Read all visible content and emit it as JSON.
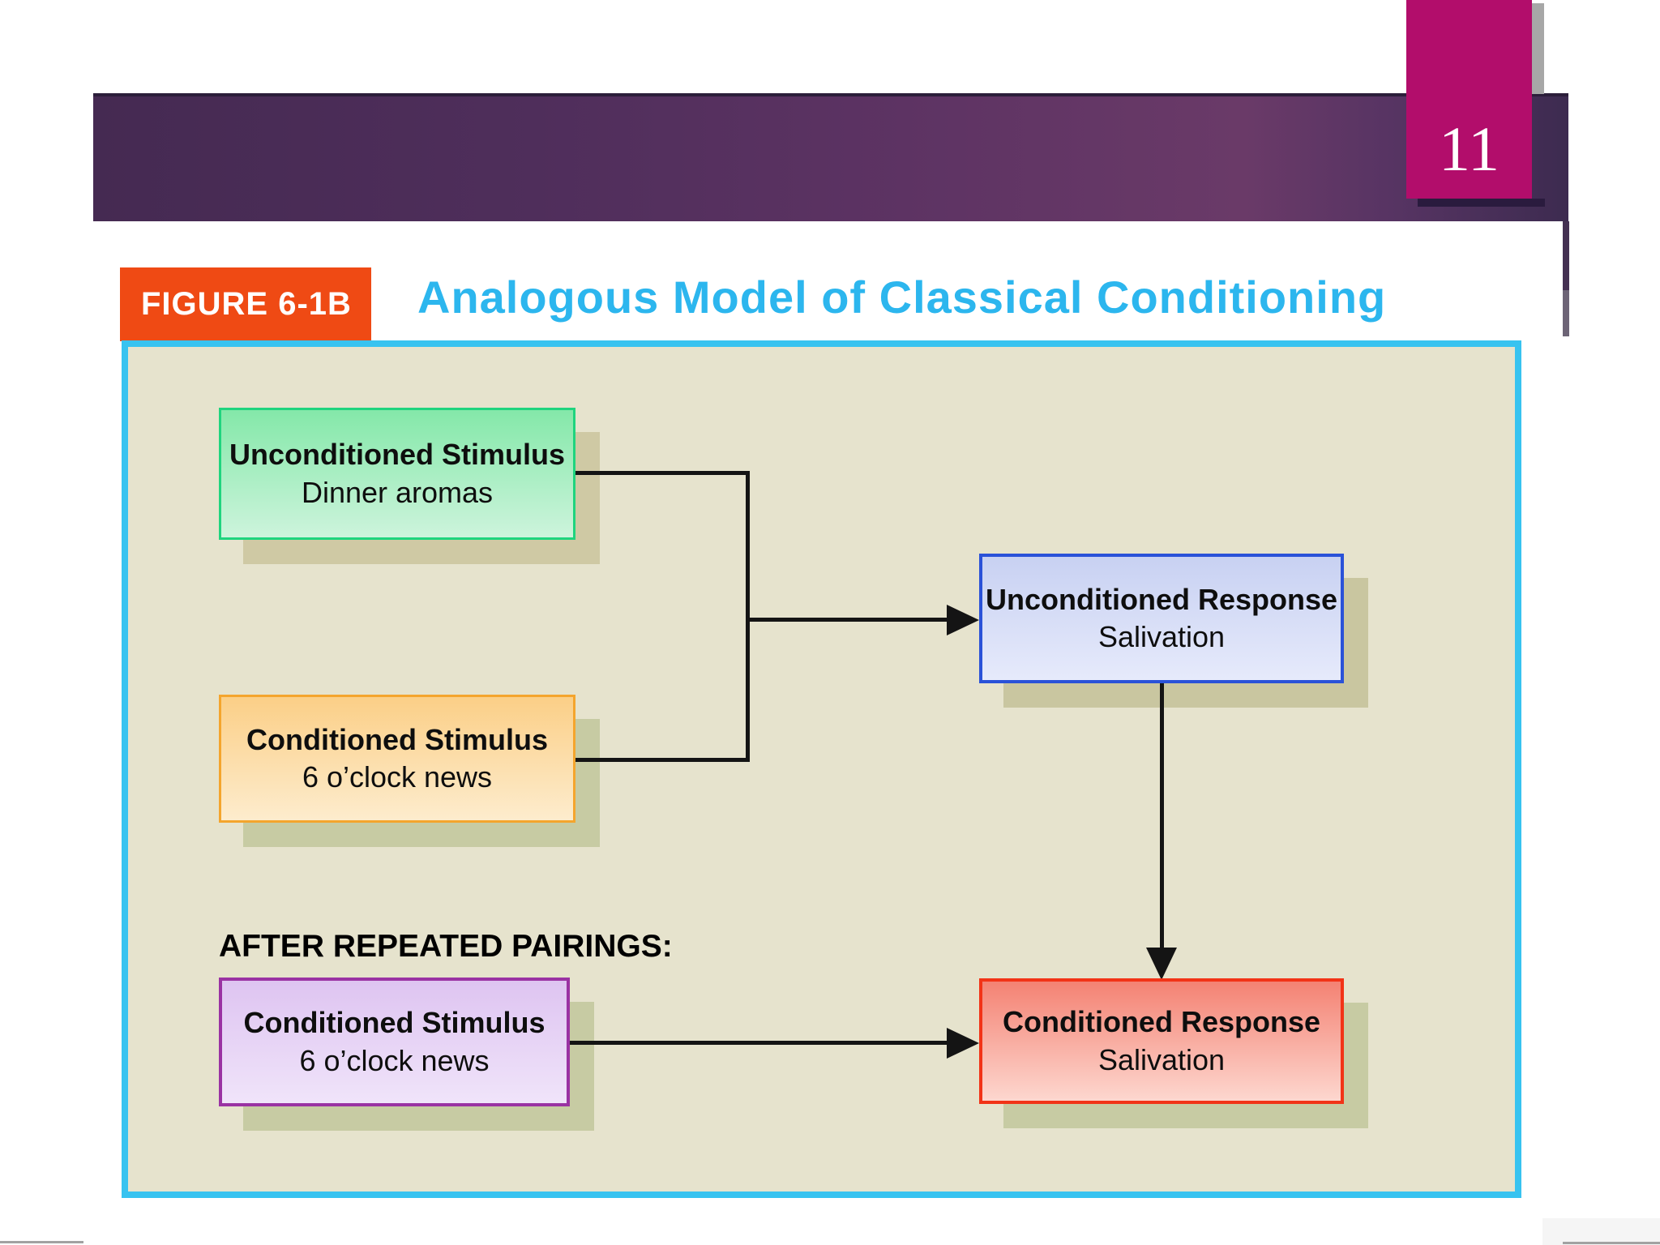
{
  "slide": {
    "page_number": "11"
  },
  "figure_header": {
    "label": "FIGURE 6-1B",
    "title": "Analogous Model of Classical Conditioning"
  },
  "diagram": {
    "pairings_label": "AFTER REPEATED PAIRINGS:",
    "boxes": {
      "unconditioned_stimulus": {
        "title": "Unconditioned Stimulus",
        "subtitle": "Dinner aromas"
      },
      "conditioned_stimulus_1": {
        "title": "Conditioned Stimulus",
        "subtitle": "6 o’clock news"
      },
      "unconditioned_response": {
        "title": "Unconditioned Response",
        "subtitle": "Salivation"
      },
      "conditioned_stimulus_2": {
        "title": "Conditioned Stimulus",
        "subtitle": "6 o’clock news"
      },
      "conditioned_response": {
        "title": "Conditioned Response",
        "subtitle": "Salivation"
      }
    }
  },
  "colors": {
    "banner_purple": "#553061",
    "slide_number_bg": "#b20d6b",
    "figure_label_bg": "#ef4a14",
    "figure_title_cyan": "#2cb6ee",
    "frame_border_cyan": "#38c3f0",
    "diagram_bg": "#e6e3cd",
    "box_green_border": "#1fd47e",
    "box_orange_border": "#f4a52d",
    "box_blue_border": "#2a52d8",
    "box_purple_border": "#9a32a3",
    "box_red_border": "#f23317",
    "arrow_black": "#141414"
  }
}
